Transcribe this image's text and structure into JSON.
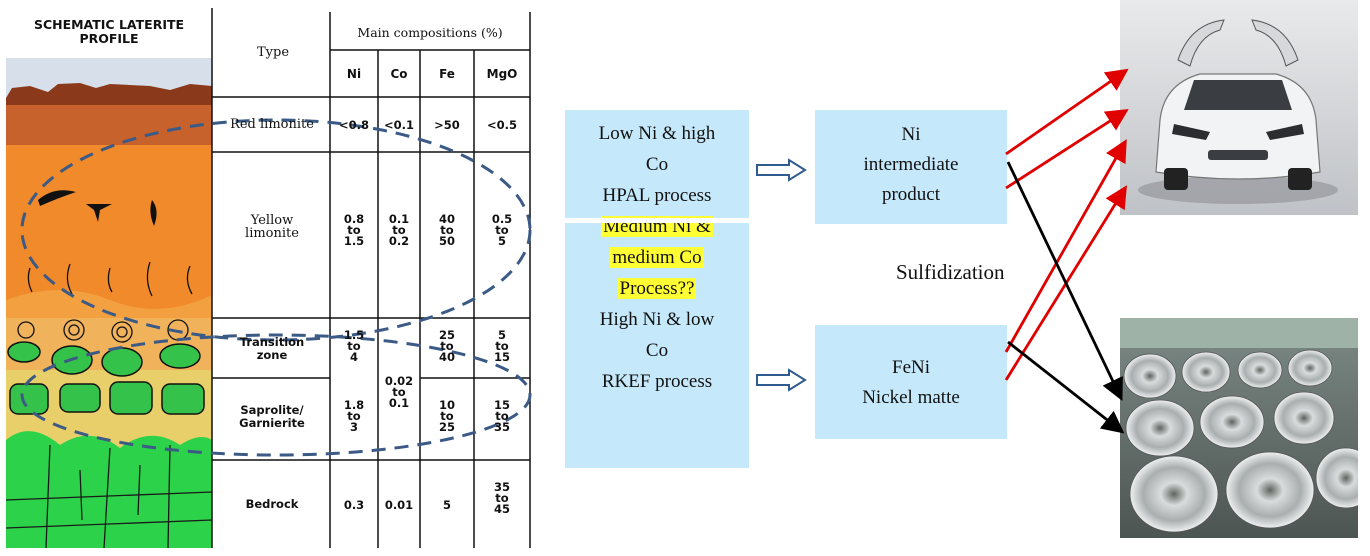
{
  "profile": {
    "title_line1": "SCHEMATIC LATERITE",
    "title_line2": "PROFILE"
  },
  "table": {
    "type_header": "Type",
    "group_header": "Main compositions (%)",
    "columns": [
      "Ni",
      "Co",
      "Fe",
      "MgO"
    ],
    "rows": [
      {
        "type": [
          "Red limonite"
        ],
        "ni": [
          "<0.8"
        ],
        "co": [
          "<0.1"
        ],
        "fe": [
          ">50"
        ],
        "mgo": [
          "<0.5"
        ]
      },
      {
        "type": [
          "Yellow",
          "limonite"
        ],
        "ni": [
          "0.8",
          "to",
          "1.5"
        ],
        "co": [
          "0.1",
          "to",
          "0.2"
        ],
        "fe": [
          "40",
          "to",
          "50"
        ],
        "mgo": [
          "0.5",
          "to",
          "5"
        ]
      },
      {
        "type": [
          "Transition",
          "zone"
        ],
        "ni": [
          "1.5",
          "to",
          "4"
        ],
        "fe": [
          "25",
          "to",
          "40"
        ],
        "mgo": [
          "5",
          "to",
          "15"
        ]
      },
      {
        "type": [
          "Saprolite/",
          "Garnierite"
        ],
        "ni": [
          "1.8",
          "to",
          "3"
        ],
        "fe": [
          "10",
          "to",
          "25"
        ],
        "mgo": [
          "15",
          "to",
          "35"
        ]
      },
      {
        "type": [
          "Bedrock"
        ],
        "ni": [
          "0.3"
        ],
        "co": [
          "0.01"
        ],
        "fe": [
          "5"
        ],
        "mgo": [
          "35",
          "to",
          "45"
        ]
      }
    ],
    "co_merged": [
      "0.02",
      "to",
      "0.1"
    ]
  },
  "flow": {
    "ore_box": {
      "lines": [
        "Low Ni & high",
        "Co",
        "HPAL process"
      ],
      "highlight_lines": [
        "Medium Ni &",
        "medium Co",
        "Process??"
      ],
      "lower_lines": [
        "High Ni & low",
        "Co",
        "RKEF process"
      ]
    },
    "product_top": [
      "Ni",
      "intermediate",
      "product"
    ],
    "product_bottom": [
      "FeNi",
      "Nickel matte"
    ],
    "sulfidization_label": "Sulfidization"
  },
  "colors": {
    "box_fill": "#c5e8fa",
    "highlight": "#ffff33",
    "arrow_red": "#e00000",
    "arrow_black": "#000000",
    "ellipse_dash": "#3b5a86",
    "flow_arrow": "#2f5b8f"
  },
  "images": {
    "top_right": "electric-car-photo",
    "bottom_right": "steel-coils-photo"
  }
}
